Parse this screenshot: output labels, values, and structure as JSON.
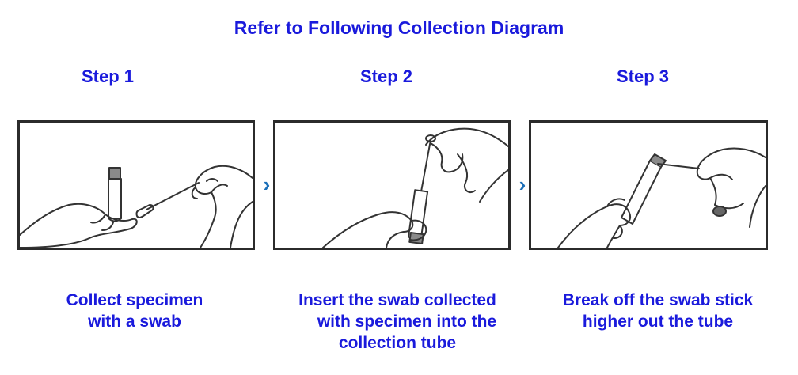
{
  "title": "Refer to Following Collection Diagram",
  "steps": [
    {
      "label": "Step 1",
      "caption": [
        "Collect specimen",
        "with a swab"
      ]
    },
    {
      "label": "Step 2",
      "caption": [
        "Insert the swab collected",
        "with specimen into the",
        "collection tube"
      ]
    },
    {
      "label": "Step 3",
      "caption": [
        "Break off the swab stick",
        "higher out the tube"
      ]
    }
  ],
  "arrow_glyph": "›",
  "colors": {
    "text": "#1a1adc",
    "arrow": "#1c6fb8",
    "panel_border": "#2b2b2b"
  }
}
